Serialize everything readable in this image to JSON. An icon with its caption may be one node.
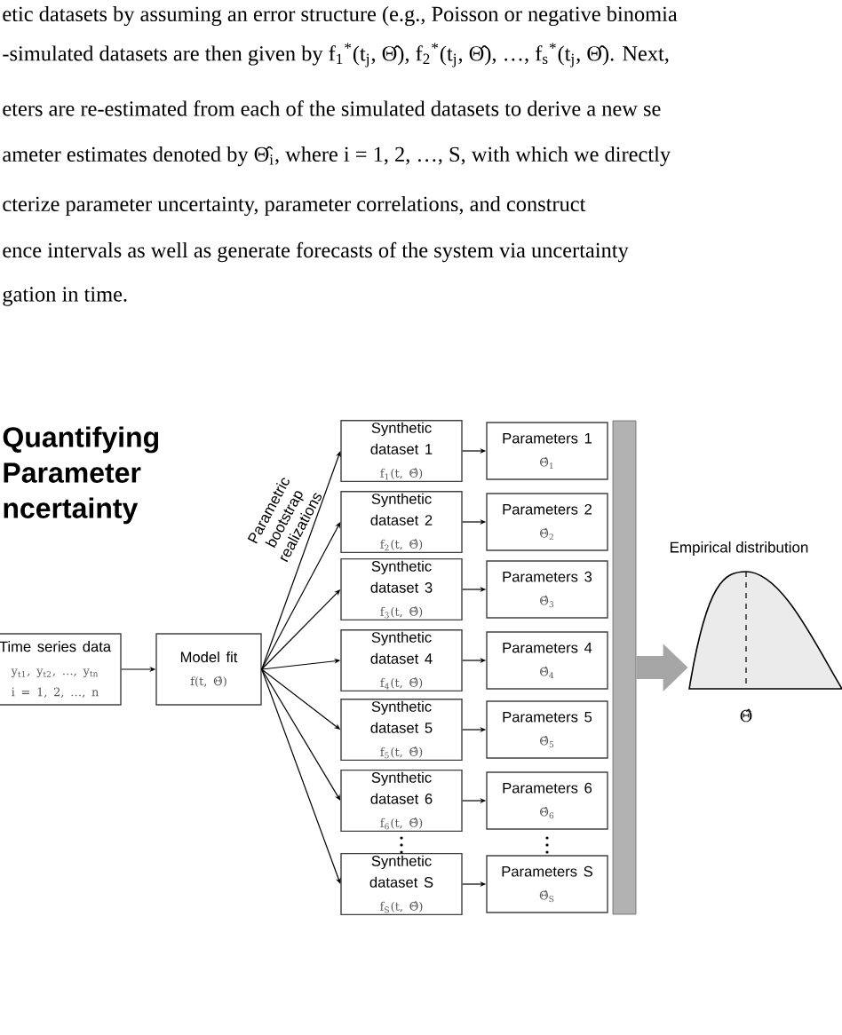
{
  "diagram": {
    "title": "Quantifying Parameter ncertainty",
    "nodes": [
      {
        "text": [
          "Time series data",
          "y$_{t1}$, y$_{t2}$, …, y$_{tn}$  i = 1, 2, …, n"
        ]
      },
      {
        "text": [
          "Model fit",
          "f(t, Θ̂)"
        ]
      },
      {
        "text": [
          "Synthetic dataset 1",
          "f$_{1}$(t, Θ̂)"
        ]
      },
      {
        "text": [
          "Synthetic dataset 2",
          "f$_{2}$(t, Θ̂)"
        ]
      },
      {
        "text": [
          "Synthetic dataset 3",
          "f$_{3}$(t, Θ̂)"
        ]
      },
      {
        "text": [
          "Synthetic dataset 4",
          "f$_{4}$(t, Θ̂)"
        ]
      },
      {
        "text": [
          "Synthetic dataset 5",
          "f$_{5}$(t, Θ̂)"
        ]
      },
      {
        "text": [
          "Synthetic dataset 6",
          "f$_{6}$(t, Θ̂)"
        ]
      },
      {
        "text": [
          "Synthetic dataset S",
          "f$_{S}$(t, Θ̂)"
        ]
      },
      {
        "text": [
          "Parameters 1",
          "Θ̂$_{1}$"
        ]
      },
      {
        "text": [
          "Parameters 2",
          "Θ̂$_{2}$"
        ]
      },
      {
        "text": [
          "Parameters 3",
          "Θ̂$_{3}$"
        ]
      },
      {
        "text": [
          "Parameters 4",
          "Θ̂$_{4}$"
        ]
      },
      {
        "text": [
          "Parameters 5",
          "Θ̂$_{5}$"
        ]
      },
      {
        "text": [
          "Parameters 6",
          "Θ̂$_{6}$"
        ]
      },
      {
        "text": [
          "Parameters S",
          "Θ̂$_{S}$"
        ]
      },
      {
        "text": [],
        "shape": "bar"
      },
      {
        "text": [
          "Empirical distribution",
          "Θ̂"
        ]
      }
    ],
    "edges": [
      {
        "from": 0,
        "to": 1,
        "arrow": "to"
      },
      {
        "from": 1,
        "to": 2,
        "arrow": "to"
      },
      {
        "from": 1,
        "to": 3,
        "arrow": "to"
      },
      {
        "from": 1,
        "to": 4,
        "arrow": "to"
      },
      {
        "from": 1,
        "to": 5,
        "arrow": "to"
      },
      {
        "from": 1,
        "to": 6,
        "arrow": "to"
      },
      {
        "from": 1,
        "to": 7,
        "arrow": "to"
      },
      {
        "from": 1,
        "to": 8,
        "arrow": "to"
      },
      {
        "from": 2,
        "to": 9,
        "arrow": "to"
      },
      {
        "from": 3,
        "to": 10,
        "arrow": "to"
      },
      {
        "from": 4,
        "to": 11,
        "arrow": "to"
      },
      {
        "from": 5,
        "to": 12,
        "arrow": "to"
      },
      {
        "from": 6,
        "to": 13,
        "arrow": "to"
      },
      {
        "from": 7,
        "to": 14,
        "arrow": "to"
      },
      {
        "from": 8,
        "to": 15,
        "arrow": "to"
      },
      {
        "from": 16,
        "to": 17,
        "arrow": "to",
        "style": "thick",
        "color": "#a6a6a6"
      }
    ],
    "labels": [
      "etic datasets by assuming an error structure (e.g., Poisson or negative binomia",
      "-simulated datasets are then given by f$_{1}$$^{*}$(t$_{j}$, Θ̂), f$_{2}$$^{*}$(t$_{j}$, Θ̂), …, f$_{s}$$^{*}$(t$_{j}$, Θ̂). Next,",
      "eters are re-estimated from each of the simulated datasets to derive a new se",
      "ameter estimates denoted by Θ̂$_{i}$, where i = 1, 2, …, S, with which we directly",
      "cterize parameter uncertainty, parameter correlations, and construct",
      "ence intervals as well as generate forecasts of the system via uncertainty",
      "gation in time.",
      "Parametric bootstrap realizations"
    ]
  }
}
